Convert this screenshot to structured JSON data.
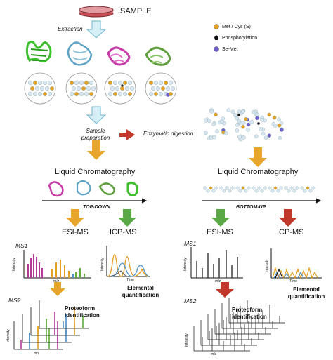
{
  "title": "SAMPLE",
  "steps": {
    "extraction": "Extraction",
    "sample_preparation_line1": "Sample",
    "sample_preparation_line2": "preparation",
    "enzymatic_digestion": "Enzymatic digestion"
  },
  "legend": [
    {
      "label": "Met / Cys (S)",
      "color": "#e3a023"
    },
    {
      "label": "Phosphorylation",
      "color": "#111111"
    },
    {
      "label": "Se-Met",
      "color": "#6f5fc8"
    }
  ],
  "left": {
    "lc": "Liquid Chromatography",
    "approach": "TOP-DOWN",
    "esi": "ESI-MS",
    "icp": "ICP-MS",
    "ms1": "MS1",
    "ms2": "MS2",
    "elemental_line1": "Elemental",
    "elemental_line2": "quantification",
    "proteoform_line1": "Proteoform",
    "proteoform_line2": "identification",
    "intensity": "Intensity",
    "mz": "m/z",
    "time": "Time"
  },
  "right": {
    "lc": "Liquid Chromatography",
    "approach": "BOTTOM-UP",
    "esi": "ESI-MS",
    "icp": "ICP-MS",
    "ms1": "MS1",
    "ms2": "MS2",
    "elemental_line1": "Elemental",
    "elemental_line2": "quantification",
    "proteoform_line1": "Proteoform",
    "proteoform_line2": "identification",
    "intensity": "Intensity",
    "mz": "m/z",
    "time": "Time"
  },
  "colors": {
    "light_blue_arrow": "#d6eef5",
    "gold_arrow": "#e8a52c",
    "green_arrow": "#5aa845",
    "red_arrow": "#c0392b",
    "orange": "#e3a023",
    "magenta": "#b33a9b",
    "green_peak": "#5fae3c",
    "blue_peak": "#4a90c6",
    "bead": "#d8e6f2"
  }
}
